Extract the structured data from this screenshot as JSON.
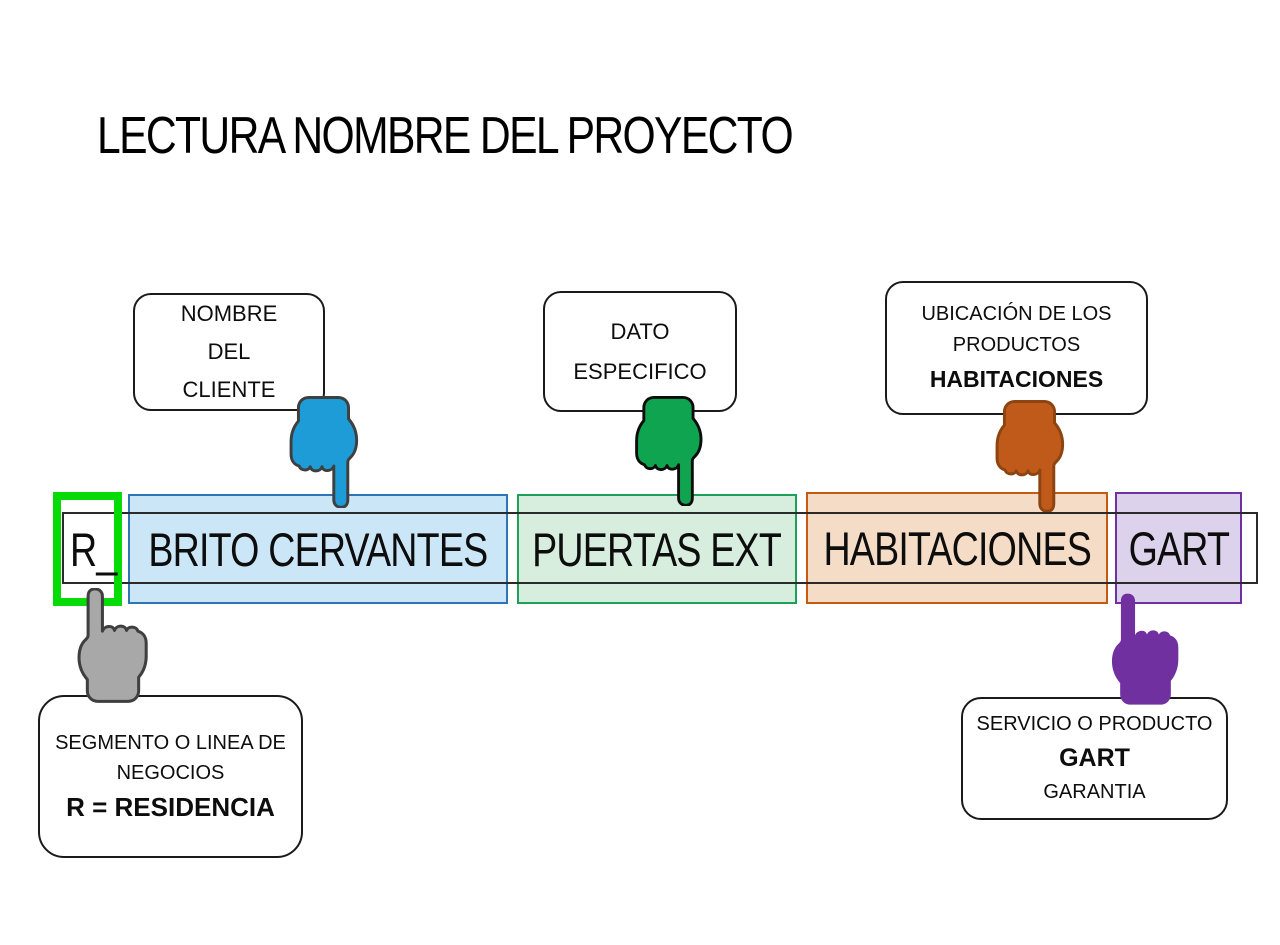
{
  "title": "LECTURA NOMBRE DEL PROYECTO",
  "bar": {
    "code": {
      "label": "R_"
    },
    "client": {
      "label": "BRITO CERVANTES"
    },
    "specific": {
      "label": "PUERTAS EXT"
    },
    "location": {
      "label": "HABITACIONES"
    },
    "service": {
      "label": "GART"
    }
  },
  "callouts": {
    "client_name": {
      "l1": "NOMBRE",
      "l2": "DEL",
      "l3": "CLIENTE"
    },
    "specific_data": {
      "l1": "DATO",
      "l2": "ESPECIFICO"
    },
    "product_location": {
      "l1": "UBICACIÓN DE LOS",
      "l2": "PRODUCTOS",
      "emphasis": "HABITACIONES"
    },
    "business_segment": {
      "l1": "SEGMENTO O LINEA DE",
      "l2": "NEGOCIOS",
      "emphasis": "R = RESIDENCIA"
    },
    "service_product": {
      "l1": "SERVICIO O PRODUCTO",
      "emphasis": "GART",
      "l2": "GARANTIA"
    }
  },
  "colors": {
    "segment_code_frame": "#06DB06",
    "client_fill": "#CBE6F6",
    "client_border": "#2E75B6",
    "specific_fill": "#D7EEDF",
    "specific_border": "#1DA05A",
    "location_fill": "#F4DCC7",
    "location_border": "#C55A11",
    "service_fill": "#DCD2EC",
    "service_border": "#7030A0",
    "hand_blue": "#1E9CD7",
    "hand_green": "#0FA44F",
    "hand_orange": "#C05A1A",
    "hand_gray": "#A8A8A8",
    "hand_purple": "#7030A0",
    "name_outline": "#2b2b2b"
  }
}
